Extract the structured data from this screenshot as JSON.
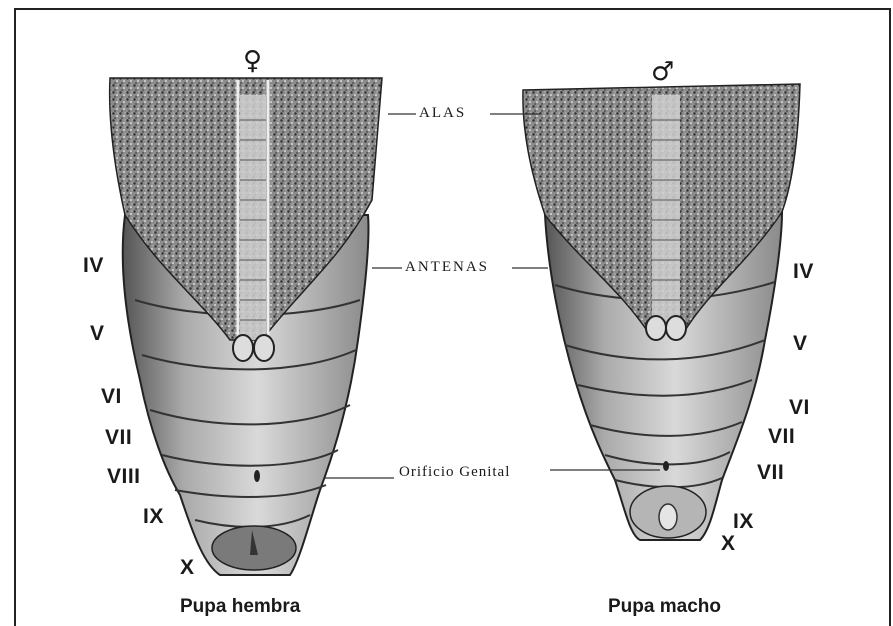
{
  "female": {
    "symbol": "♀",
    "caption": "Pupa hembra",
    "segments": [
      "IV",
      "V",
      "VI",
      "VII",
      "VIII",
      "IX",
      "X"
    ]
  },
  "male": {
    "symbol": "♂",
    "caption": "Pupa macho",
    "segments": [
      "IV",
      "V",
      "VI",
      "VII",
      "VII",
      "IX",
      "X"
    ]
  },
  "labels": {
    "wings": "ALAS",
    "antennae": "ANTENAS",
    "genital": "Orificio Genital"
  }
}
